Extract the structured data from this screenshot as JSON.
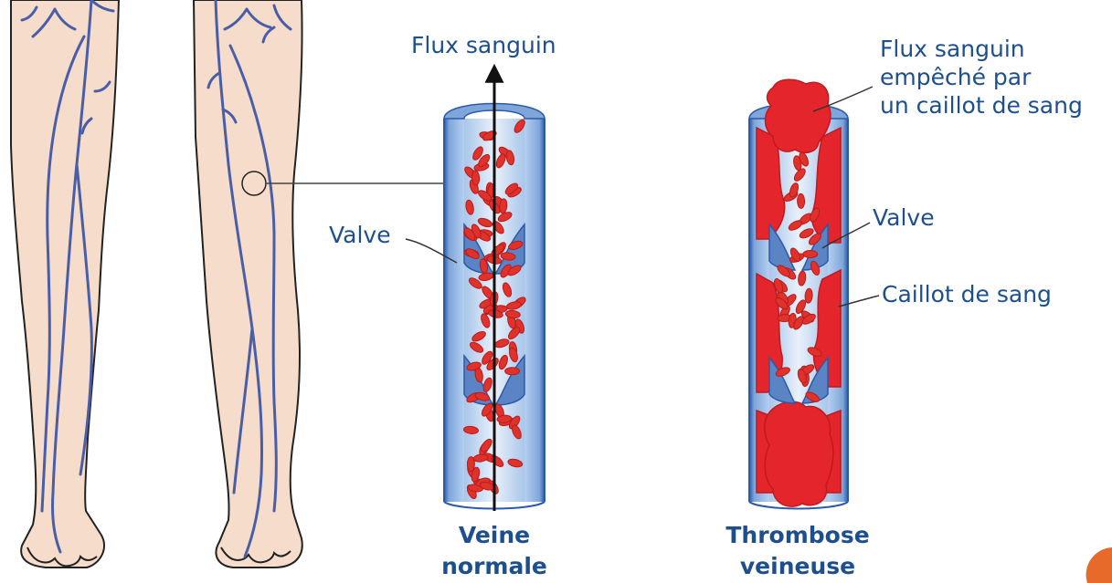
{
  "labels": {
    "flow": "Flux sanguin",
    "valve_left": "Valve",
    "blocked": [
      "Flux sanguin",
      "empêché par",
      "un caillot de sang"
    ],
    "valve_right": "Valve",
    "clot": "Caillot de sang"
  },
  "captions": {
    "normal": [
      "Veine",
      "normale"
    ],
    "thrombosis": [
      "Thrombose",
      "veineuse"
    ]
  },
  "colors": {
    "text": "#1d4f8f",
    "skin": "#f6ddcb",
    "vein": "#4a5ea8",
    "vessel_wall": "#8fb3de",
    "blood": "#e0312b",
    "clot": "#e4252b"
  }
}
